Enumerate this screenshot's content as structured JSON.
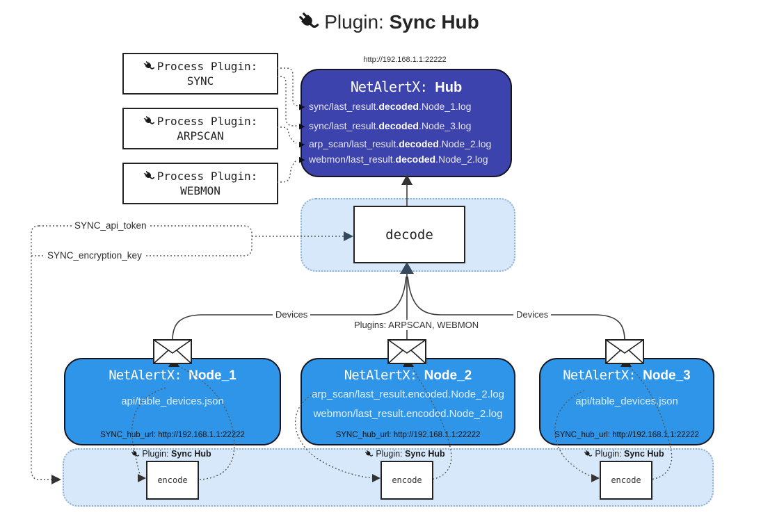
{
  "title": {
    "icon": "plug-icon",
    "prefix": "Plugin: ",
    "highlight": "Sync Hub"
  },
  "process_plugins": [
    {
      "label": "Process Plugin:",
      "name": "SYNC"
    },
    {
      "label": "Process Plugin:",
      "name": "ARPSCAN"
    },
    {
      "label": "Process Plugin:",
      "name": "WEBMON"
    }
  ],
  "hub": {
    "url": "http://192.168.1.1:22222",
    "name_prefix": "NetAlertX: ",
    "name": "Hub",
    "log_lines": [
      {
        "pre": "sync/last_result.",
        "em": "decoded",
        "post": ".Node_1.log"
      },
      {
        "pre": "sync/last_result.",
        "em": "decoded",
        "post": ".Node_3.log"
      },
      {
        "pre": "arp_scan/last_result.",
        "em": "decoded",
        "post": ".Node_2.log"
      },
      {
        "pre": "webmon/last_result.",
        "em": "decoded",
        "post": ".Node_2.log"
      }
    ]
  },
  "decode_box": {
    "label": "decode"
  },
  "settings": {
    "api_token": "SYNC_api_token",
    "encryption_key": "SYNC_encryption_key"
  },
  "edge_labels": {
    "devices_left": "Devices",
    "devices_right": "Devices",
    "plugins": "Plugins: ARPSCAN, WEBMON"
  },
  "nodes": [
    {
      "name_prefix": "NetAlertX: ",
      "name": "Node_1",
      "files": [
        "api/table_devices.json"
      ],
      "hub_url": "SYNC_hub_url: http://192.168.1.1:22222"
    },
    {
      "name_prefix": "NetAlertX: ",
      "name": "Node_2",
      "files": [
        "arp_scan/last_result.encoded.Node_2.log",
        "webmon/last_result.encoded.Node_2.log"
      ],
      "hub_url": "SYNC_hub_url: http://192.168.1.1:22222"
    },
    {
      "name_prefix": "NetAlertX: ",
      "name": "Node_3",
      "files": [
        "api/table_devices.json"
      ],
      "hub_url": "SYNC_hub_url: http://192.168.1.1:22222"
    }
  ],
  "encoders": [
    {
      "plugin_prefix": "Plugin: ",
      "plugin_name": "Sync Hub",
      "label": "encode"
    },
    {
      "plugin_prefix": "Plugin: ",
      "plugin_name": "Sync Hub",
      "label": "encode"
    },
    {
      "plugin_prefix": "Plugin: ",
      "plugin_name": "Sync Hub",
      "label": "encode"
    }
  ],
  "colors": {
    "hub_fill": "#3d43ad",
    "node_fill": "#2e95e8",
    "panel_fill": "#d6e8f9",
    "panel_border": "#8fb0cf",
    "line": "#3a3a3a",
    "arrow_dark": "#34495e"
  }
}
